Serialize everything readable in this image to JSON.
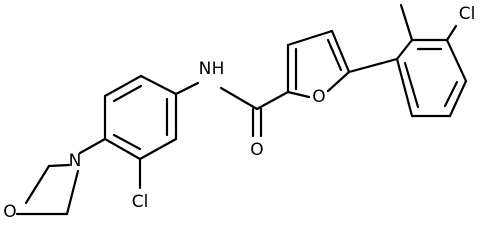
{
  "atoms": {
    "nh": "N",
    "h": "H",
    "carbonyl_o": "O",
    "furan_o": "O",
    "cl_top": "Cl",
    "cl_bottom": "Cl",
    "morpholine_n": "N",
    "morpholine_o": "O"
  },
  "colors": {
    "bond": "#000000",
    "text": "#000000",
    "background": "#ffffff"
  }
}
